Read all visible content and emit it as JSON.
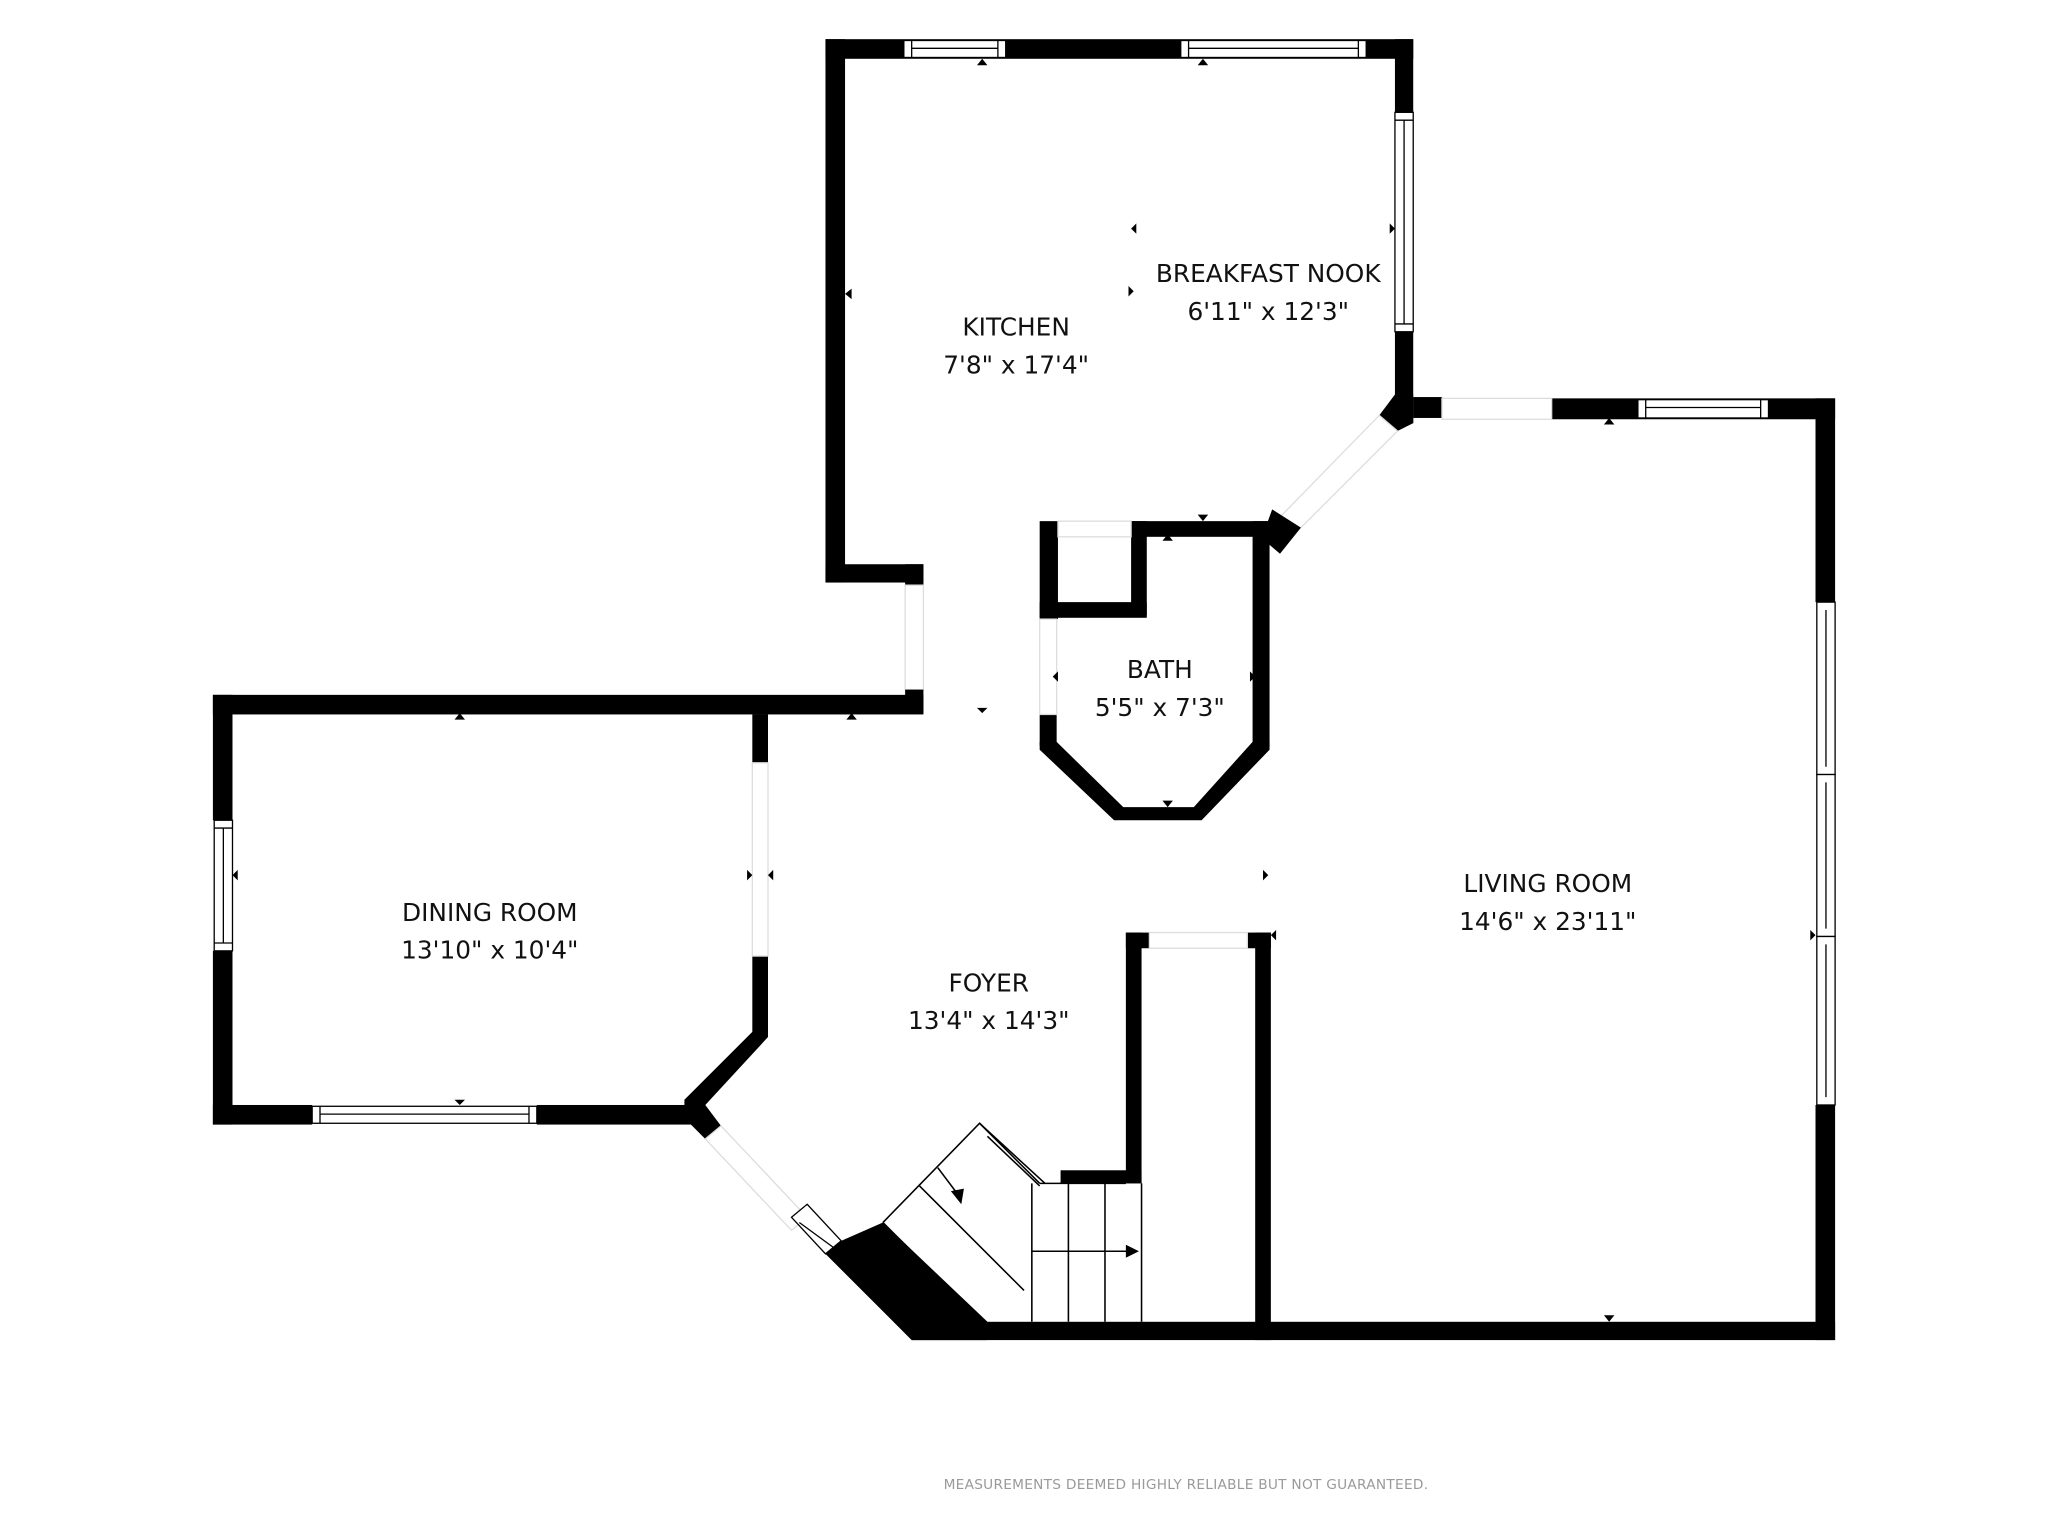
{
  "floorplan": {
    "rooms": [
      {
        "id": "kitchen",
        "name": "KITCHEN",
        "dimensions": "7'8\" x 17'4\""
      },
      {
        "id": "breakfast_nook",
        "name": "BREAKFAST NOOK",
        "dimensions": "6'11\" x 12'3\""
      },
      {
        "id": "bath",
        "name": "BATH",
        "dimensions": "5'5\" x 7'3\""
      },
      {
        "id": "dining_room",
        "name": "DINING ROOM",
        "dimensions": "13'10\" x 10'4\""
      },
      {
        "id": "foyer",
        "name": "FOYER",
        "dimensions": "13'4\" x 14'3\""
      },
      {
        "id": "living_room",
        "name": "LIVING ROOM",
        "dimensions": "14'6\" x 23'11\""
      }
    ],
    "disclaimer": "MEASUREMENTS DEEMED HIGHLY RELIABLE BUT NOT GUARANTEED.",
    "colors": {
      "wall": "#000000",
      "background": "#ffffff",
      "disclaimer": "#9a9a9a"
    }
  }
}
